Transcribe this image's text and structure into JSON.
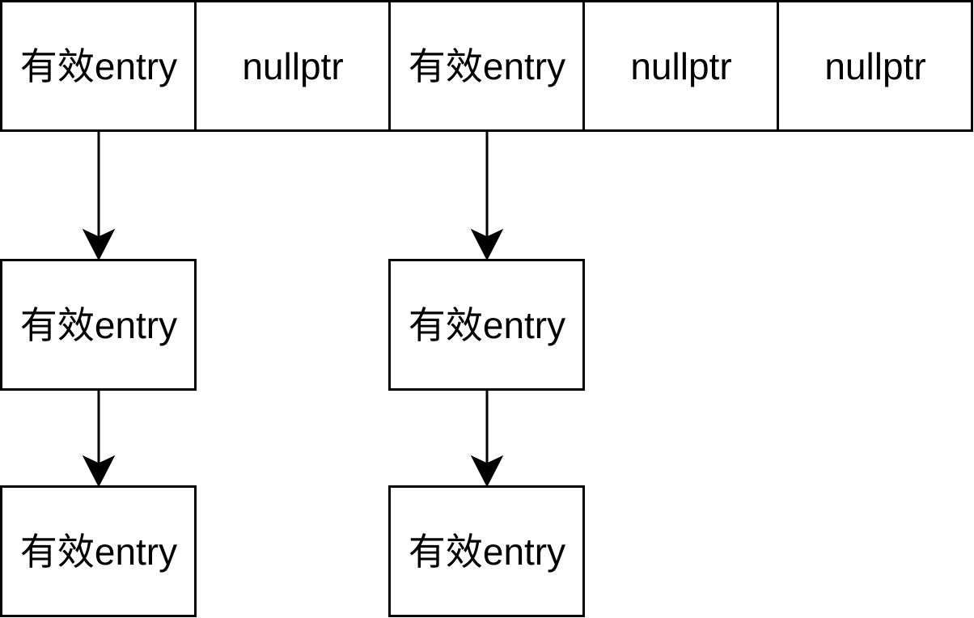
{
  "bucket_array": [
    {
      "label": "有效entry"
    },
    {
      "label": "nullptr"
    },
    {
      "label": "有效entry"
    },
    {
      "label": "nullptr"
    },
    {
      "label": "nullptr"
    }
  ],
  "chains": [
    {
      "bucket_index": 0,
      "nodes": [
        {
          "label": "有效entry"
        },
        {
          "label": "有效entry"
        }
      ]
    },
    {
      "bucket_index": 2,
      "nodes": [
        {
          "label": "有效entry"
        },
        {
          "label": "有效entry"
        }
      ]
    }
  ],
  "colors": {
    "stroke": "#000000",
    "fill": "#ffffff"
  }
}
